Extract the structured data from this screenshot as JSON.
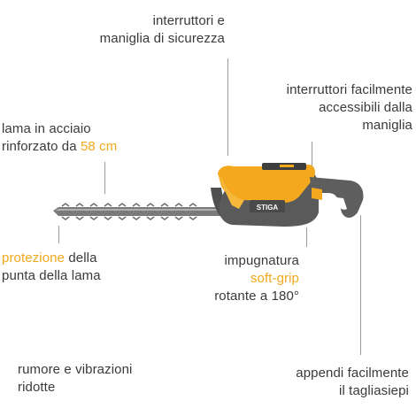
{
  "labels": {
    "safety_switch": {
      "line1": "interruttori e",
      "line2": "maniglia di sicurezza"
    },
    "accessible_switches": {
      "line1": "interruttori facilmente",
      "line2": "accessibili dalla",
      "line3": "maniglia"
    },
    "blade": {
      "line1": "lama in acciaio",
      "line2_prefix": "rinforzato da ",
      "line2_accent": "58 cm"
    },
    "tip_protection": {
      "line1_accent": "protezione",
      "line1_suffix": " della",
      "line2": "punta della lama"
    },
    "grip": {
      "line1": "impugnatura",
      "line2_accent": "soft-grip",
      "line3": "rotante a 180°"
    },
    "noise": {
      "line1": "rumore e vibrazioni",
      "line2": "ridotte"
    },
    "hanging": {
      "line1": "appendi facilmente",
      "line2": "il tagliasiepi"
    }
  },
  "product": {
    "brand": "STIGA"
  },
  "colors": {
    "accent": "#f0a81c",
    "body_gray": "#5a5a5a",
    "text": "#3a3a3a",
    "line": "#9a9a9a"
  }
}
